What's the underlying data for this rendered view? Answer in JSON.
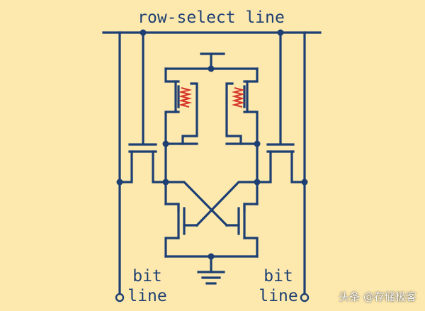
{
  "labels": {
    "row_select": "row-select line",
    "bit_left_1": "bit",
    "bit_left_2": "line",
    "bit_right_1": "bit",
    "bit_right_2": "line"
  },
  "watermark": "头条 @存储极客",
  "colors": {
    "background": "#fde9ae",
    "wire": "#1d3f73",
    "resistor": "#d6332a"
  }
}
